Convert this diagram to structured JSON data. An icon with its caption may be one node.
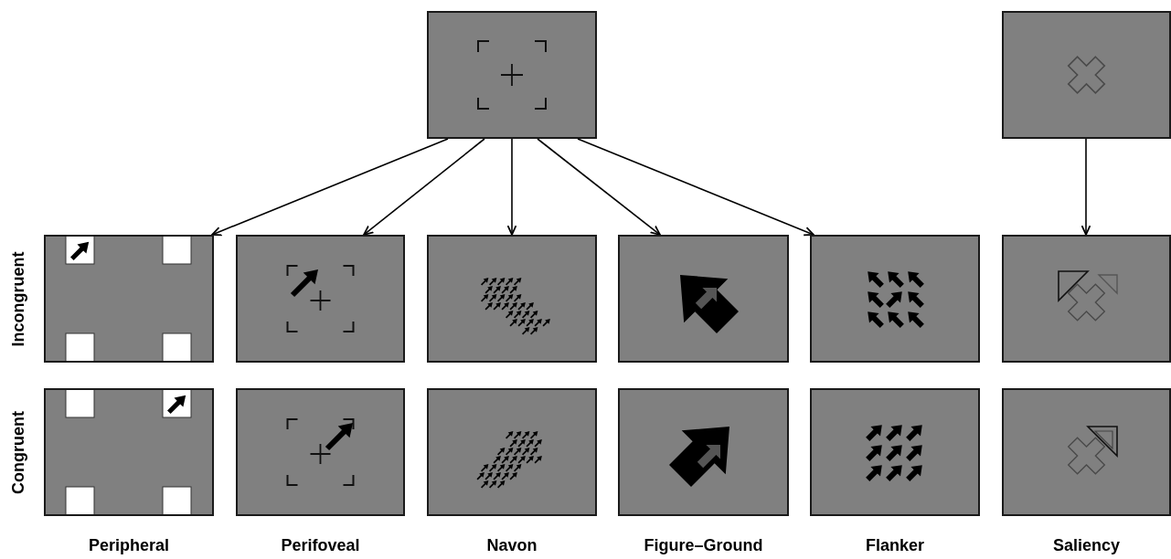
{
  "diagram": {
    "nodes": [
      {
        "text": [],
        "shape": "picture"
      },
      {
        "text": [],
        "shape": "picture"
      },
      {
        "text": [],
        "shape": "picture"
      },
      {
        "text": [],
        "shape": "picture"
      },
      {
        "text": [],
        "shape": "picture"
      },
      {
        "text": [],
        "shape": "picture"
      },
      {
        "text": [],
        "shape": "picture"
      },
      {
        "text": [],
        "shape": "picture"
      },
      {
        "text": [],
        "shape": "picture"
      },
      {
        "text": [],
        "shape": "picture"
      },
      {
        "text": [],
        "shape": "picture"
      },
      {
        "text": [],
        "shape": "picture"
      },
      {
        "text": [],
        "shape": "picture"
      },
      {
        "text": [],
        "shape": "picture"
      }
    ],
    "edges": [
      {
        "from": 0,
        "to": 2,
        "arrow": "to"
      },
      {
        "from": 0,
        "to": 3,
        "arrow": "to"
      },
      {
        "from": 0,
        "to": 4,
        "arrow": "to"
      },
      {
        "from": 0,
        "to": 5,
        "arrow": "to"
      },
      {
        "from": 0,
        "to": 6,
        "arrow": "to"
      },
      {
        "from": 1,
        "to": 7,
        "arrow": "to"
      }
    ],
    "labels": [
      "Incongruent",
      "Congruent",
      "Peripheral",
      "Perifoveal",
      "Navon",
      "Figure–Ground",
      "Flanker",
      "Saliency"
    ]
  }
}
